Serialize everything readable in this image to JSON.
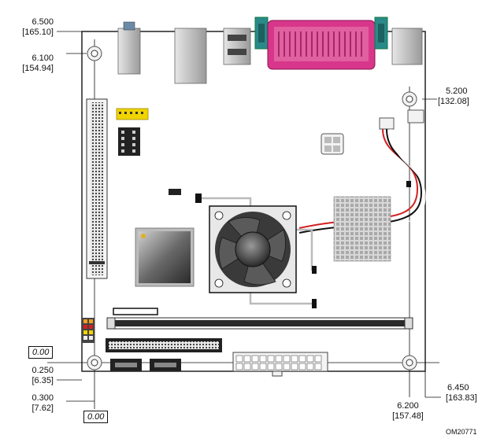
{
  "dimensions": {
    "top": {
      "inches": "6.500",
      "mm": "[165.10]"
    },
    "left_hole": {
      "inches": "6.100",
      "mm": "[154.94]"
    },
    "right_hole": {
      "inches": "5.200",
      "mm": "[132.08]"
    },
    "bottom_left": {
      "inches": "0.250",
      "mm": "[6.35]"
    },
    "bottom_left2": {
      "inches": "0.300",
      "mm": "[7.62]"
    },
    "bottom_right": {
      "inches": "6.450",
      "mm": "[163.83]"
    },
    "bottom_right2": {
      "inches": "6.200",
      "mm": "[157.48]"
    },
    "origin_y": "0.00",
    "origin_x": "0.00"
  },
  "figure_code": "OM20771",
  "colors": {
    "line": "#111111",
    "board_edge": "#222222",
    "gray_light": "#cfcfcf",
    "gray_mid": "#9a9a9a",
    "gray_dark": "#5a5a5a",
    "parallel_port": "#d8368a",
    "serial_port": "#2a8a8a",
    "jumper_yellow": "#f0d400",
    "wire_red": "#d42020",
    "wire_black": "#111111"
  }
}
